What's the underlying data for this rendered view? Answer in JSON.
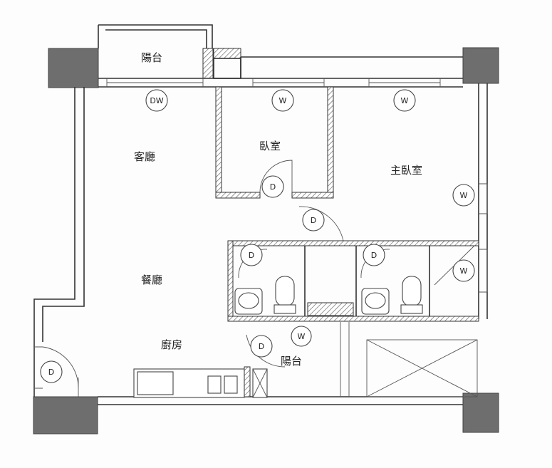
{
  "rooms": {
    "balcony_top": "陽台",
    "living_room": "客廳",
    "bedroom": "臥室",
    "master_bedroom": "主臥室",
    "dining_room": "餐廳",
    "kitchen": "廚房",
    "balcony_service": "陽台"
  },
  "markers": {
    "dw_balcony": "DW",
    "w_bedroom": "W",
    "w_master_top": "W",
    "w_master_side": "W",
    "w_bath_side": "W",
    "w_service": "W",
    "d_bedroom": "D",
    "d_master": "D",
    "d_bath_left": "D",
    "d_bath_right": "D",
    "d_kitchen": "D",
    "d_entry": "D"
  }
}
